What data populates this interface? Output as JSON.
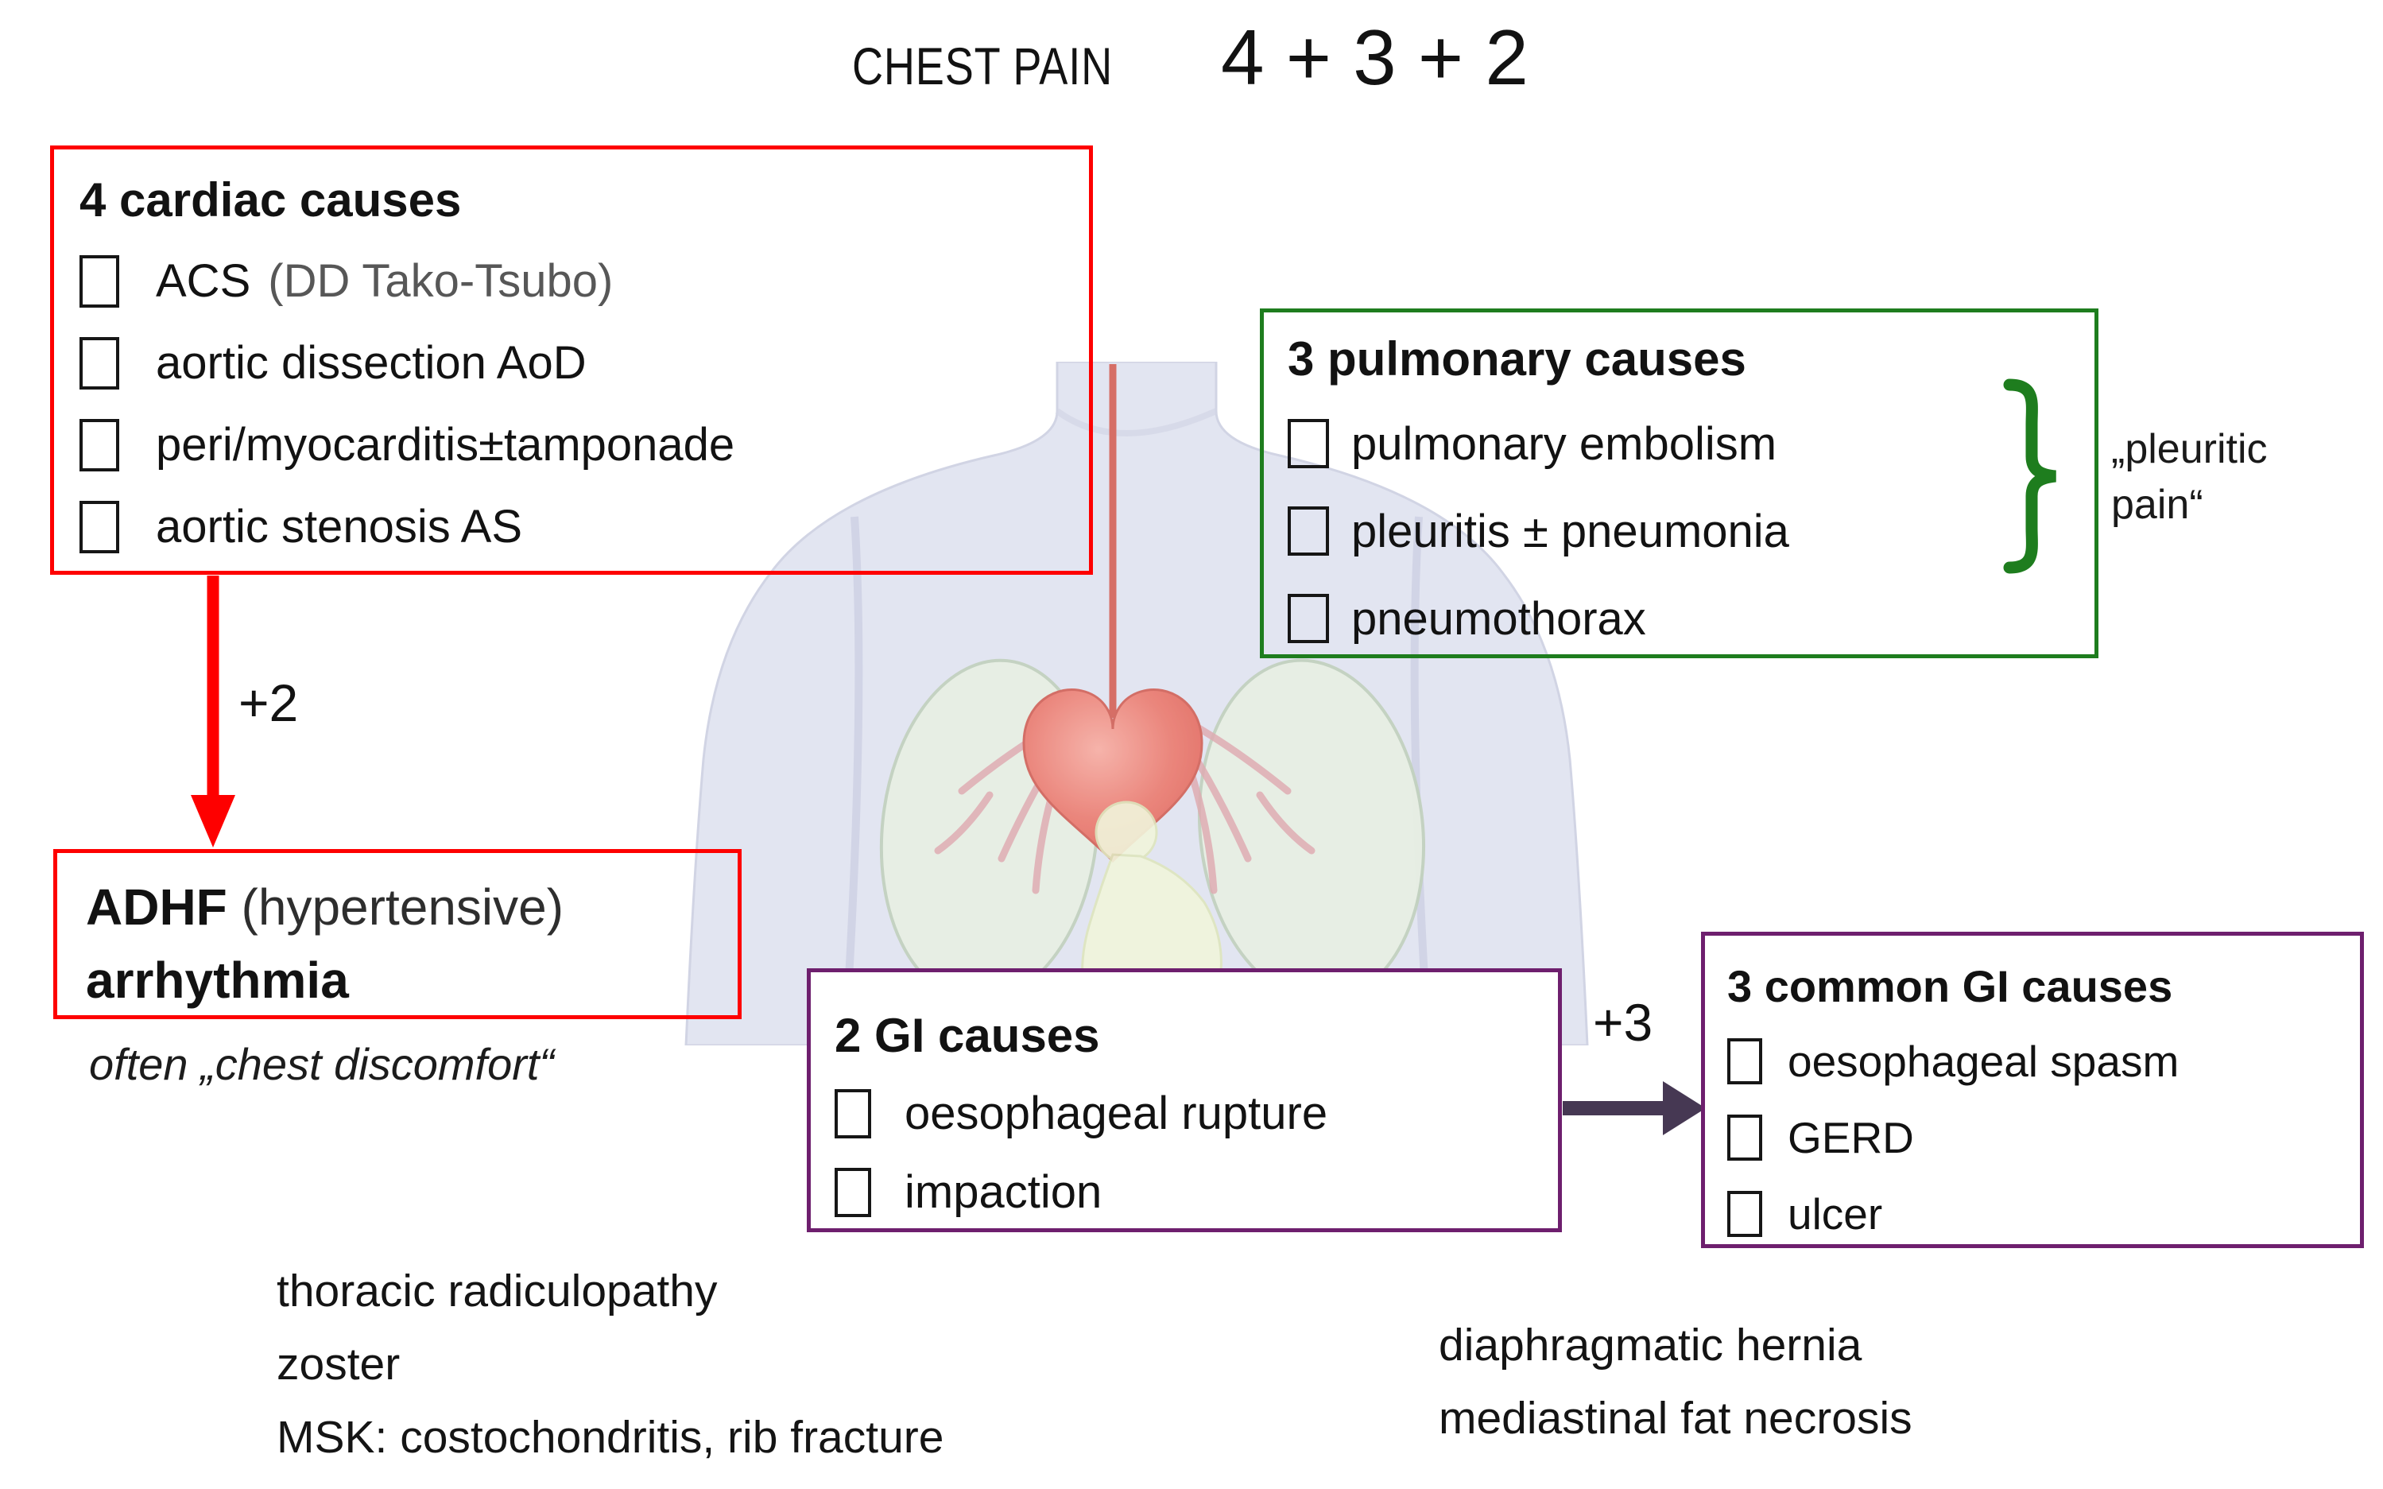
{
  "title": {
    "label": "CHEST PAIN",
    "formula": "4 + 3 + 2"
  },
  "cardiac": {
    "title": "4 cardiac causes",
    "items": [
      {
        "label": "ACS",
        "note": "(DD Tako-Tsubo)"
      },
      {
        "label": "aortic dissection AoD"
      },
      {
        "label": "peri/myocarditis±tamponade"
      },
      {
        "label": "aortic stenosis AS"
      }
    ]
  },
  "pulmonary": {
    "title": "3 pulmonary causes",
    "items": [
      {
        "label": "pulmonary embolism"
      },
      {
        "label": "pleuritis ± pneumonia"
      },
      {
        "label": "pneumothorax"
      }
    ],
    "annotation": "„pleuritic pain“"
  },
  "adhf": {
    "strong": "ADHF",
    "note": "(hypertensive)",
    "line2": "arrhythmia",
    "caption": "often „chest discomfort“"
  },
  "connectors": {
    "plus2": "+2",
    "plus3": "+3"
  },
  "gi2": {
    "title": "2 GI causes",
    "items": [
      {
        "label": "oesophageal rupture"
      },
      {
        "label": "impaction"
      }
    ]
  },
  "gi3": {
    "title": "3 common GI causes",
    "items": [
      {
        "label": "oesophageal spasm"
      },
      {
        "label": "GERD"
      },
      {
        "label": "ulcer"
      }
    ]
  },
  "footnotes": {
    "left": [
      "thoracic radiculopathy",
      "zoster",
      "MSK: costochondritis, rib fracture"
    ],
    "right": [
      "diaphragmatic hernia",
      "mediastinal fat necrosis"
    ]
  },
  "colors": {
    "box_red": "#fe0000",
    "box_green": "#1e7d1e",
    "box_purple": "#6e1f6e",
    "arrow_dark": "#463853",
    "note_gray": "#575757"
  },
  "icons": {
    "checkbox": "empty-checkbox",
    "brace": "green-curly-brace",
    "down_arrow": "red-down-arrow",
    "right_arrow": "purple-right-arrow"
  }
}
